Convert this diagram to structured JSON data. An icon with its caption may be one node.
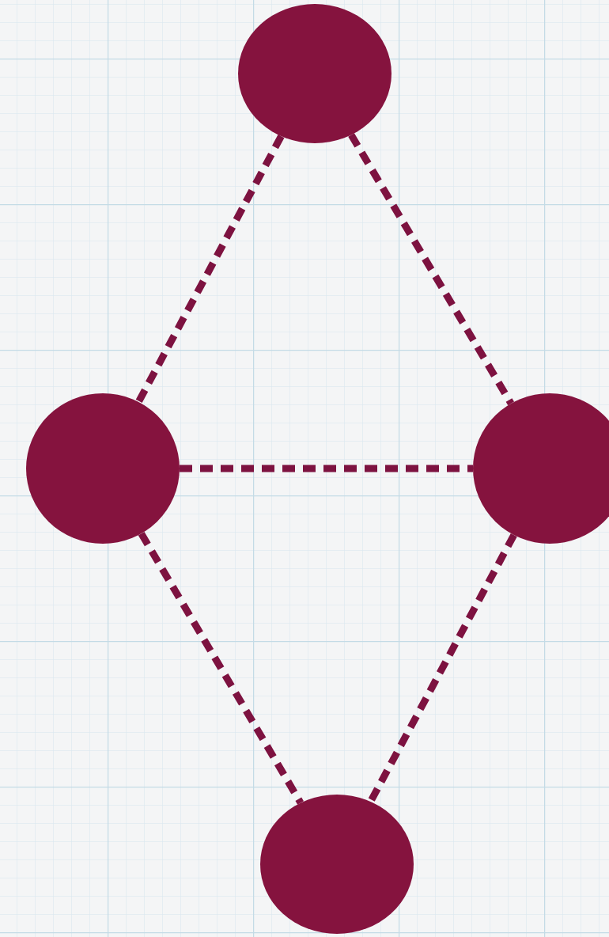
{
  "diagram": {
    "nodes": [
      {
        "text": [],
        "shape": "circle"
      },
      {
        "text": [],
        "shape": "circle"
      },
      {
        "text": [],
        "shape": "circle"
      },
      {
        "text": [],
        "shape": "circle"
      }
    ],
    "edges": [
      {
        "from": 0,
        "to": 1,
        "arrow": "none",
        "style": "dashed"
      },
      {
        "from": 0,
        "to": 2,
        "arrow": "none",
        "style": "dashed"
      },
      {
        "from": 1,
        "to": 2,
        "arrow": "none",
        "style": "dashed"
      },
      {
        "from": 1,
        "to": 3,
        "arrow": "none",
        "style": "dashed"
      },
      {
        "from": 2,
        "to": 3,
        "arrow": "none",
        "style": "dashed"
      }
    ]
  }
}
